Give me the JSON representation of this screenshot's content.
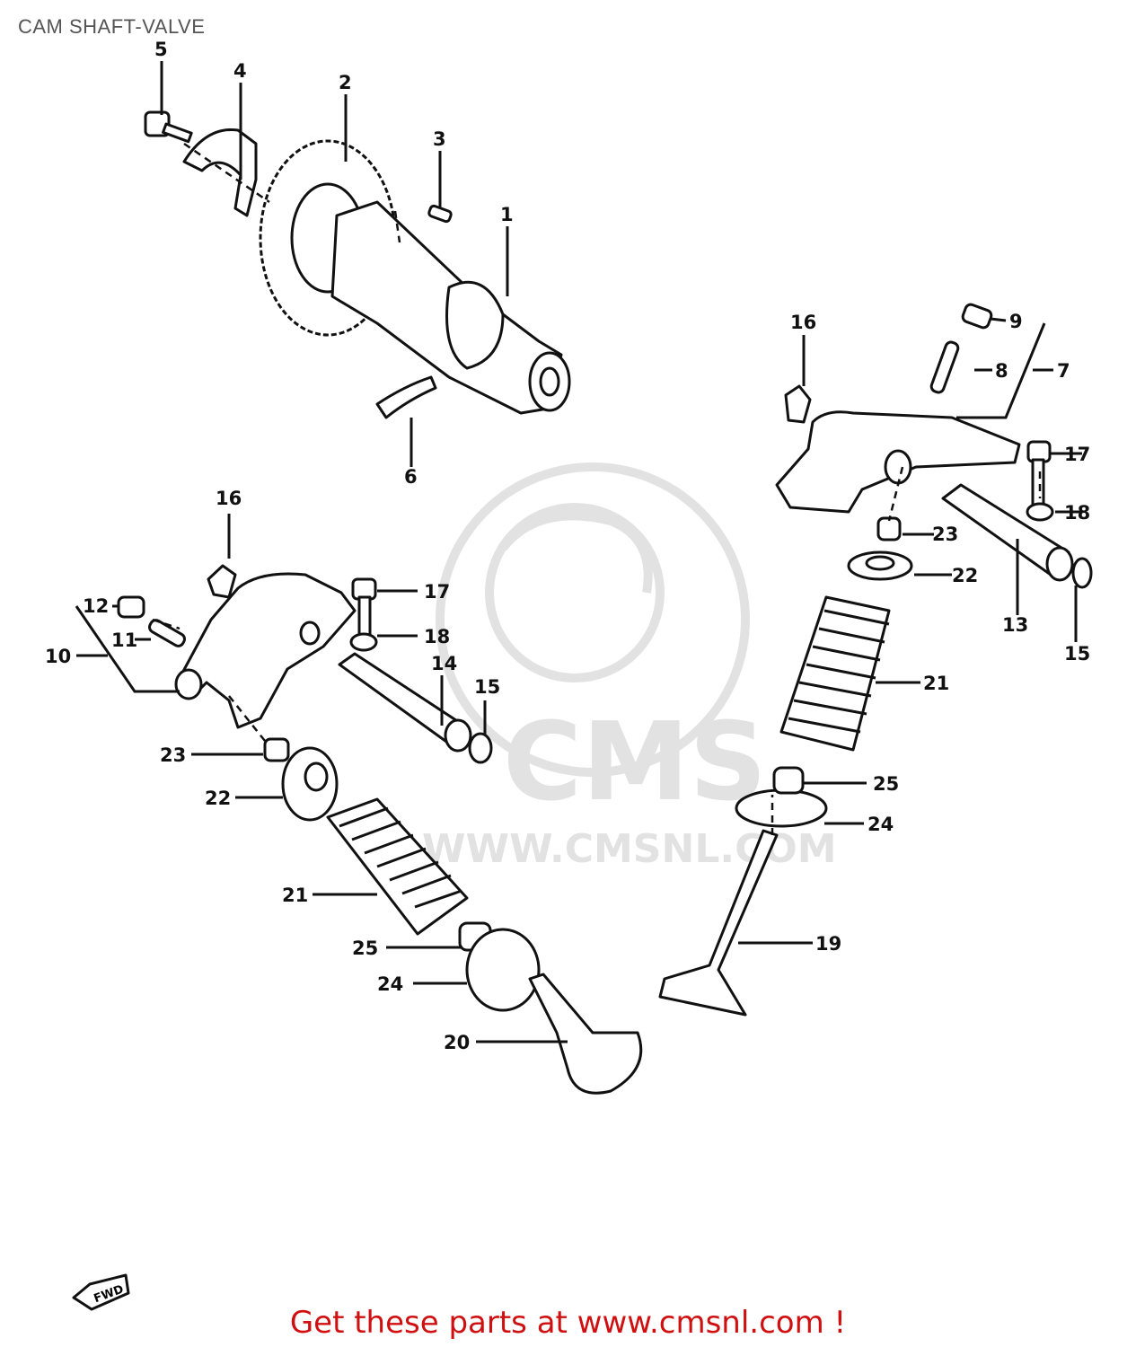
{
  "title": "CAM SHAFT-VALVE",
  "footer_link": "Get these parts at www.cmsnl.com !",
  "watermark": {
    "logo": "CMS",
    "url": "WWW.CMSNL.COM"
  },
  "fwd_marker": "FWD",
  "callouts": [
    {
      "id": "c1",
      "text": "1"
    },
    {
      "id": "c2",
      "text": "2"
    },
    {
      "id": "c3",
      "text": "3"
    },
    {
      "id": "c4",
      "text": "4"
    },
    {
      "id": "c5",
      "text": "5"
    },
    {
      "id": "c6",
      "text": "6"
    },
    {
      "id": "c7",
      "text": "7"
    },
    {
      "id": "c8",
      "text": "8"
    },
    {
      "id": "c9",
      "text": "9"
    },
    {
      "id": "c10",
      "text": "10"
    },
    {
      "id": "c11",
      "text": "11"
    },
    {
      "id": "c12",
      "text": "12"
    },
    {
      "id": "c13",
      "text": "13"
    },
    {
      "id": "c14",
      "text": "14"
    },
    {
      "id": "c15a",
      "text": "15"
    },
    {
      "id": "c15b",
      "text": "15"
    },
    {
      "id": "c16a",
      "text": "16"
    },
    {
      "id": "c16b",
      "text": "16"
    },
    {
      "id": "c17a",
      "text": "17"
    },
    {
      "id": "c17b",
      "text": "17"
    },
    {
      "id": "c18a",
      "text": "18"
    },
    {
      "id": "c18b",
      "text": "18"
    },
    {
      "id": "c19",
      "text": "19"
    },
    {
      "id": "c20",
      "text": "20"
    },
    {
      "id": "c21a",
      "text": "21"
    },
    {
      "id": "c21b",
      "text": "21"
    },
    {
      "id": "c22a",
      "text": "22"
    },
    {
      "id": "c22b",
      "text": "22"
    },
    {
      "id": "c23a",
      "text": "23"
    },
    {
      "id": "c23b",
      "text": "23"
    },
    {
      "id": "c24a",
      "text": "24"
    },
    {
      "id": "c24b",
      "text": "24"
    },
    {
      "id": "c25a",
      "text": "25"
    },
    {
      "id": "c25b",
      "text": "25"
    }
  ]
}
